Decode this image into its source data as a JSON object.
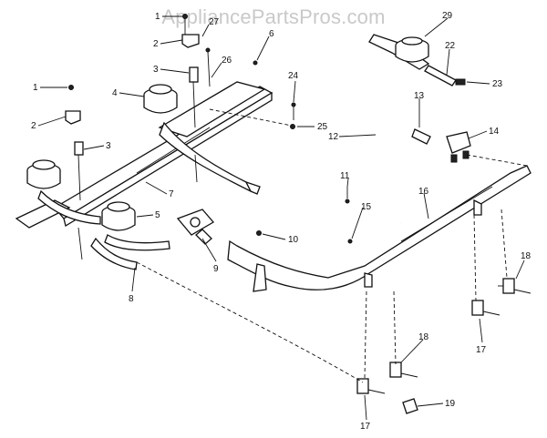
{
  "watermark": "AppliancePartsPros.com",
  "callouts": {
    "c1a": "1",
    "c1b": "1",
    "c2a": "2",
    "c2b": "2",
    "c3a": "3",
    "c3b": "3",
    "c4": "4",
    "c5": "5",
    "c6": "6",
    "c7": "7",
    "c8": "8",
    "c9": "9",
    "c10": "10",
    "c11": "11",
    "c12": "12",
    "c13": "13",
    "c14": "14",
    "c15": "15",
    "c16": "16",
    "c17a": "17",
    "c17b": "17",
    "c18a": "18",
    "c18b": "18",
    "c19": "19",
    "c22": "22",
    "c23": "23",
    "c24": "24",
    "c25": "25",
    "c26": "26",
    "c27": "27",
    "c29": "29"
  }
}
